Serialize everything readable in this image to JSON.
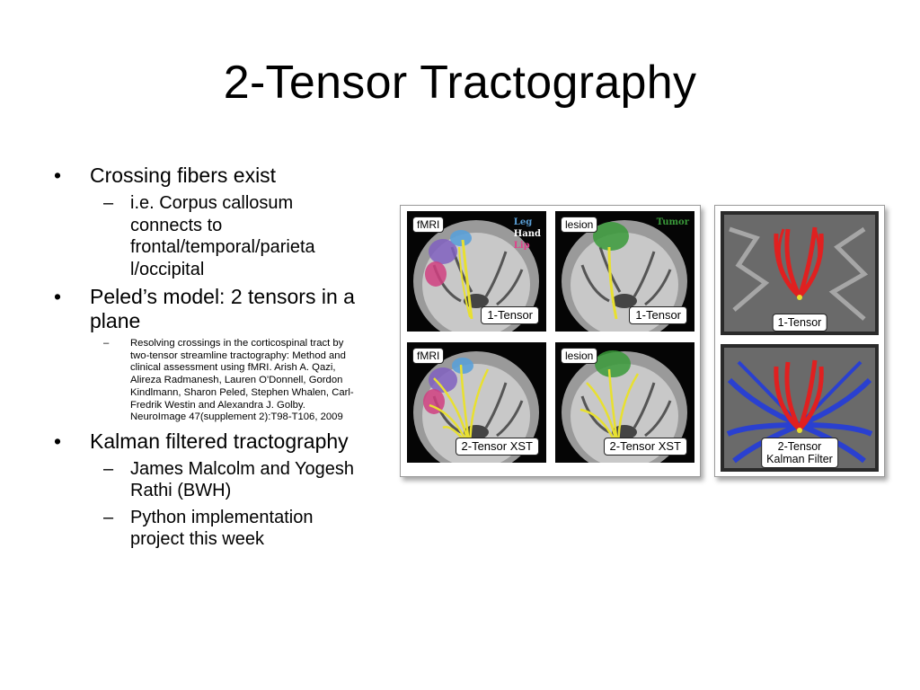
{
  "slide": {
    "title": "2-Tensor Tractography"
  },
  "bullets": [
    {
      "text": "Crossing fibers exist",
      "sub": [
        "i.e. Corpus callosum connects to frontal/temporal/parieta l/occipital"
      ]
    },
    {
      "text": "Peled’s model: 2 tensors in a plane",
      "sub": [
        "Resolving crossings in the corticospinal tract by two-tensor streamline tractography: Method and clinical assessment using fMRI. Arish A. Qazi, Alireza Radmanesh, Lauren O'Donnell, Gordon Kindlmann, Sharon Peled, Stephen Whalen, Carl-Fredrik Westin and Alexandra J. Golby. NeuroImage 47(supplement 2):T98-T106, 2009"
      ]
    },
    {
      "text": "Kalman filtered tractography",
      "sub": [
        "James Malcolm and Yogesh Rathi (BWH)",
        "Python implementation project this week"
      ]
    }
  ],
  "figure_left": {
    "tiles": [
      {
        "corner": "fMRI",
        "caption": "1-Tensor",
        "legend": [
          "Leg",
          "Hand",
          "Lip"
        ]
      },
      {
        "corner": "lesion",
        "caption": "1-Tensor",
        "legend": [
          "Tumor"
        ]
      },
      {
        "corner": "fMRI",
        "caption": "2-Tensor XST"
      },
      {
        "corner": "lesion",
        "caption": "2-Tensor XST"
      }
    ]
  },
  "figure_right": {
    "tiles": [
      {
        "caption": "1-Tensor"
      },
      {
        "caption_line1": "2-Tensor",
        "caption_line2": "Kalman Filter"
      }
    ]
  },
  "colors": {
    "leg": "#5aa0d8",
    "hand": "#ffffff",
    "lip": "#e0408a",
    "tumor": "#3a9a3a",
    "fiber_yellow": "#e8e030",
    "fiber_red": "#e02020",
    "fiber_blue": "#2a40d0"
  }
}
